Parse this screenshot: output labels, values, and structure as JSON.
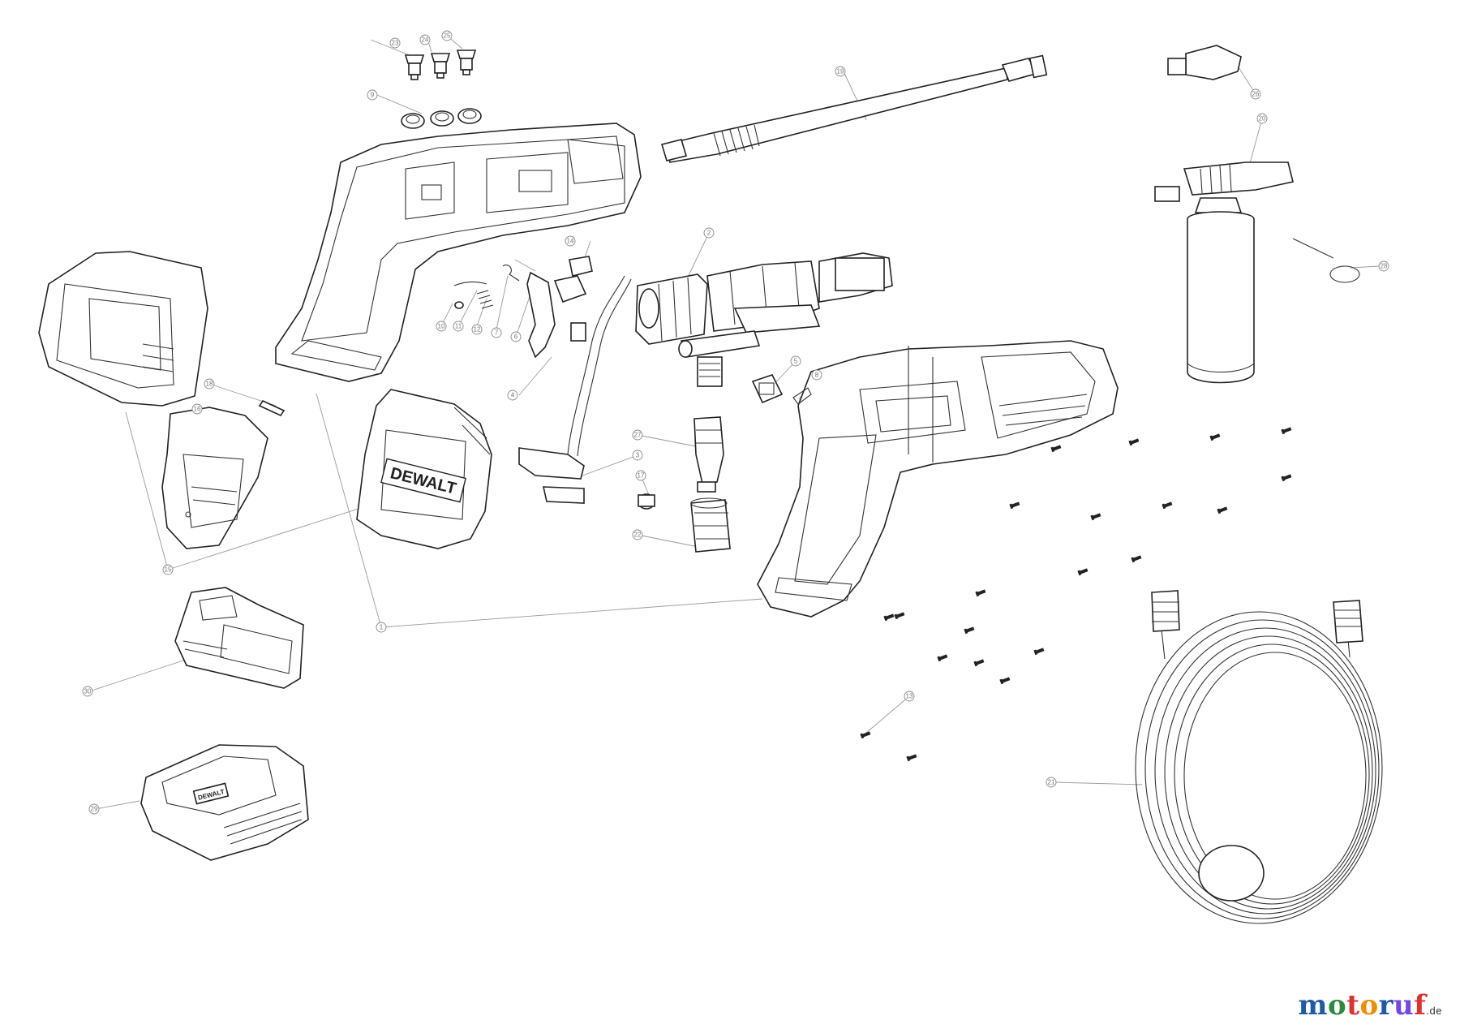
{
  "brand_label": "DEWALT",
  "charger_label": "DEWALT",
  "watermark": {
    "main": "motoruf",
    "suffix": ".de",
    "colors": [
      "#1f5aa6",
      "#2b8a3e",
      "#e03131",
      "#f08c00",
      "#1f5aa6",
      "#7048e8",
      "#e03131"
    ]
  },
  "callouts": [
    {
      "id": "c1",
      "label": "1"
    },
    {
      "id": "c2",
      "label": "2"
    },
    {
      "id": "c3",
      "label": "3"
    },
    {
      "id": "c4",
      "label": "4"
    },
    {
      "id": "c5",
      "label": "5"
    },
    {
      "id": "c6",
      "label": "6"
    },
    {
      "id": "c7",
      "label": "7"
    },
    {
      "id": "c8",
      "label": "8"
    },
    {
      "id": "c9",
      "label": "9"
    },
    {
      "id": "c10",
      "label": "10"
    },
    {
      "id": "c11",
      "label": "11"
    },
    {
      "id": "c12",
      "label": "12"
    },
    {
      "id": "c13",
      "label": "13"
    },
    {
      "id": "c14",
      "label": "14"
    },
    {
      "id": "c15",
      "label": "15"
    },
    {
      "id": "c16",
      "label": "16"
    },
    {
      "id": "c17",
      "label": "17"
    },
    {
      "id": "c18",
      "label": "18"
    },
    {
      "id": "c19",
      "label": "19"
    },
    {
      "id": "c20",
      "label": "20"
    },
    {
      "id": "c21",
      "label": "21"
    },
    {
      "id": "c22",
      "label": "22"
    },
    {
      "id": "c23",
      "label": "23"
    },
    {
      "id": "c24",
      "label": "24"
    },
    {
      "id": "c25",
      "label": "25"
    },
    {
      "id": "c26",
      "label": "26"
    },
    {
      "id": "c27",
      "label": "27"
    },
    {
      "id": "c28",
      "label": "28"
    },
    {
      "id": "c29",
      "label": "29"
    },
    {
      "id": "c30",
      "label": "30"
    }
  ]
}
